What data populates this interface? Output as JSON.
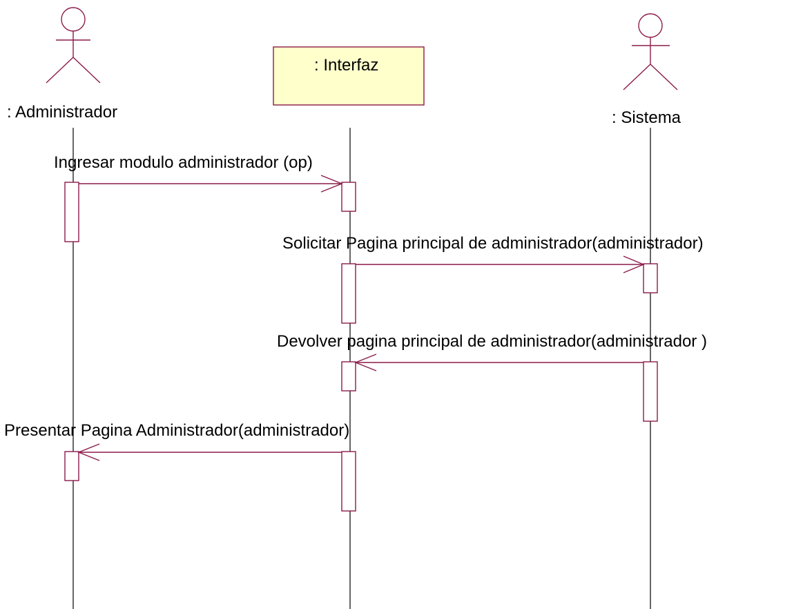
{
  "actors": {
    "administrador": {
      "label": ": Administrador"
    },
    "sistema": {
      "label": ": Sistema"
    }
  },
  "objects": {
    "interfaz": {
      "label": ": Interfaz"
    }
  },
  "messages": [
    {
      "label": "Ingresar modulo administrador (op)",
      "from": "administrador",
      "to": "interfaz"
    },
    {
      "label": "Solicitar Pagina principal de administrador(administrador)",
      "from": "interfaz",
      "to": "sistema"
    },
    {
      "label": "Devolver pagina principal de administrador(administrador )",
      "from": "sistema",
      "to": "interfaz"
    },
    {
      "label": "Presentar Pagina Administrador(administrador)",
      "from": "interfaz",
      "to": "administrador"
    }
  ],
  "colors": {
    "line": "#8b1a4a",
    "object_fill": "#ffffcc",
    "lifeline": "#000000"
  }
}
